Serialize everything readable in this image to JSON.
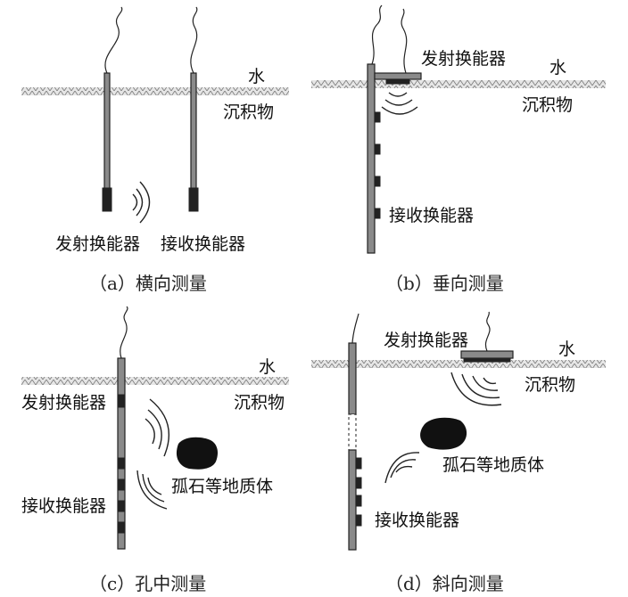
{
  "colors": {
    "sediment": "#e6e6e6",
    "hatch": "#7a7a7a",
    "rod": "#8a8a8a",
    "dark": "#222222"
  },
  "labels": {
    "water": "水",
    "sediment": "沉积物",
    "transmitter": "发射换能器",
    "receiver": "接收换能器",
    "boulder": "孤石等地质体"
  },
  "captions": {
    "a": "（a）横向测量",
    "b": "（b）垂向测量",
    "c": "（c）孔中测量",
    "d": "（d）斜向测量"
  }
}
